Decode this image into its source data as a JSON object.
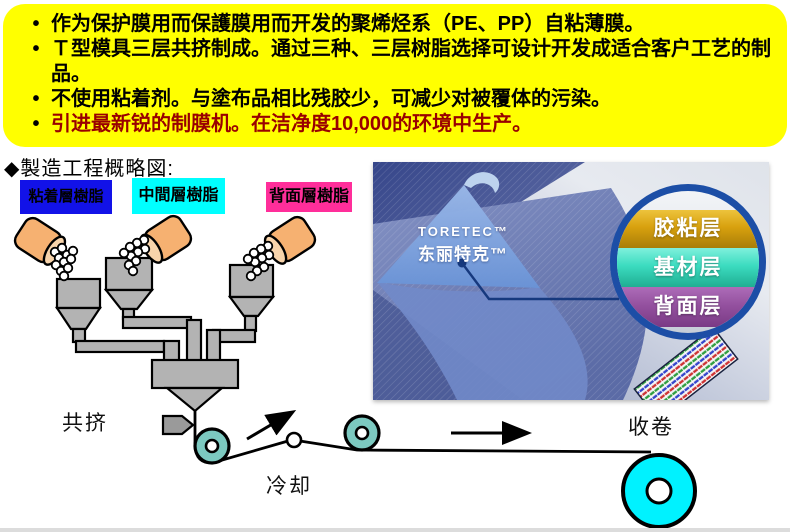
{
  "page": {
    "background": "#ffffff"
  },
  "intro_box": {
    "background": "#ffff00",
    "bullet_char": "•",
    "bullets": [
      {
        "text": "作为保护膜用而保護膜用而开发的聚烯烃系（PE、PP）自粘薄膜。",
        "color": "#000000"
      },
      {
        "text": "Ｔ型模具三层共挤制成。通过三种、三层树脂选择可设计开发成适合客户工艺的制品。",
        "color": "#000000"
      },
      {
        "text": "不使用粘着剂。与塗布品相比残胶少，可减少对被覆体的污染。",
        "color": "#000000"
      },
      {
        "text": "引进最新锐的制膜机。在洁净度10,000的环境中生产。",
        "color": "#990000"
      }
    ]
  },
  "process_diagram": {
    "heading": "◆製造工程概略図:",
    "resin_labels": [
      {
        "text": "粘着層樹脂",
        "background": "#1212e8",
        "color": "#ffffff"
      },
      {
        "text": "中間層樹脂",
        "background": "#00ffff",
        "color": "#000000"
      },
      {
        "text": "背面層樹脂",
        "background": "#ff2e9a",
        "color": "#000000"
      }
    ],
    "stage_labels": {
      "coextrusion": "共挤",
      "cooling": "冷却",
      "winding": "收卷"
    },
    "machine_color": "#b3b3b3",
    "hopper_cup_color": "#f6b171",
    "roller_color": "#7cc9c0",
    "takeup_roll_color": "#00f2ff"
  },
  "product_photo": {
    "brand_en": "TORETEC™",
    "brand_cn": "东丽特克™",
    "magnifier_ring_color": "#1c4ea6",
    "film_layers": [
      {
        "text": "胶粘层",
        "background": "#d8a10e"
      },
      {
        "text": "基材层",
        "background": "#3cdcc0"
      },
      {
        "text": "背面层",
        "background": "#94519f"
      }
    ]
  }
}
